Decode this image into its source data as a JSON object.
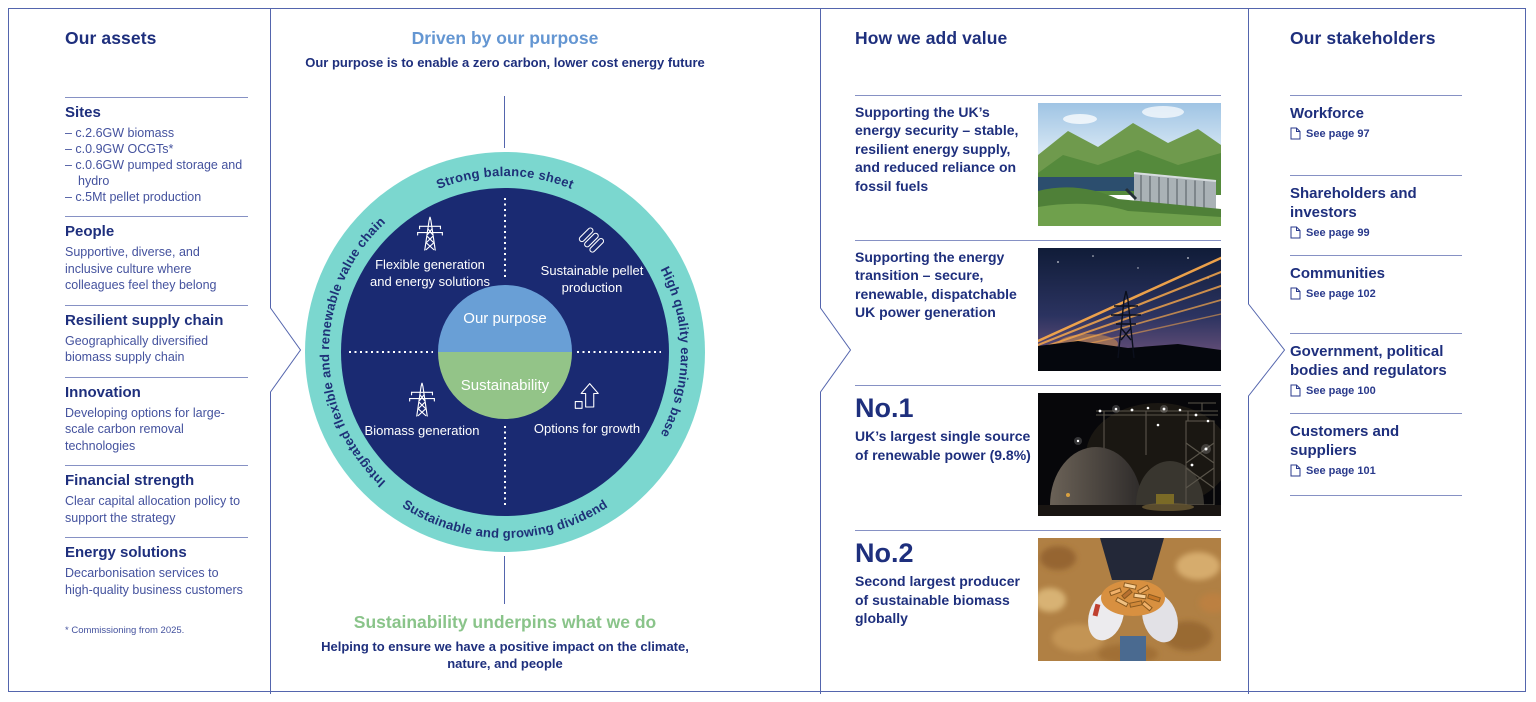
{
  "colors": {
    "navy": "#1e2f7d",
    "body_navy": "#44529e",
    "heading_blue": "#6496d2",
    "heading_green": "#8ac48a",
    "ring_teal": "#7bd7cf",
    "disc_navy": "#1a2a72",
    "core_blue": "#699fd6",
    "core_green": "#93c488",
    "rule_blue": "#8691c4"
  },
  "assets_panel": {
    "title": "Our assets",
    "sections": [
      {
        "heading": "Sites",
        "bullets": [
          "– c.2.6GW biomass",
          "– c.0.9GW OCGTs*",
          "– c.0.6GW pumped storage and hydro",
          "– c.5Mt pellet production"
        ]
      },
      {
        "heading": "People",
        "body": "Supportive, diverse, and inclusive culture where colleagues feel they belong"
      },
      {
        "heading": "Resilient supply chain",
        "body": "Geographically diversified biomass supply chain"
      },
      {
        "heading": "Innovation",
        "body": "Developing options for large-scale carbon removal technologies"
      },
      {
        "heading": "Financial strength",
        "body": "Clear capital allocation policy to support the strategy"
      },
      {
        "heading": "Energy solutions",
        "body": "Decarbonisation services to high-quality business customers"
      }
    ],
    "footnote": "* Commissioning from 2025."
  },
  "purpose_panel": {
    "heading": "Driven by our purpose",
    "subheading": "Our purpose is to enable a zero carbon, lower cost energy future",
    "diagram": {
      "ring_top": "Strong balance sheet",
      "ring_right": "High quality earnings base",
      "ring_bottom": "Sustainable and growing dividend",
      "ring_left": "Integrated flexible and renewable value chain",
      "center_top": "Our purpose",
      "center_bottom": "Sustainability",
      "quadrants": [
        {
          "icon": "transmission-tower-icon",
          "label": "Flexible generation and energy solutions"
        },
        {
          "icon": "pellets-icon",
          "label": "Sustainable pellet production"
        },
        {
          "icon": "transmission-tower-icon",
          "label": "Biomass generation"
        },
        {
          "icon": "growth-arrow-icon",
          "label": "Options for growth"
        }
      ]
    },
    "footer_heading": "Sustainability underpins what we do",
    "footer_subheading": "Helping to ensure we have a positive impact on the climate, nature, and people"
  },
  "value_panel": {
    "title": "How we add value",
    "items": [
      {
        "text": "Supporting the UK’s energy security – stable, resilient energy supply, and reduced reliance on fossil fuels",
        "image": "hydro-dam-photo"
      },
      {
        "text": "Supporting the energy transition – secure, renewable, dispatchable UK power generation",
        "image": "pylon-night-photo"
      },
      {
        "number": "No.1",
        "text": "UK’s largest single source of renewable power (9.8%)",
        "image": "pellet-plant-photo"
      },
      {
        "number": "No.2",
        "text": "Second largest producer of sustainable biomass globally",
        "image": "biomass-hands-photo"
      }
    ]
  },
  "stakeholders_panel": {
    "title": "Our stakeholders",
    "items": [
      {
        "name": "Workforce",
        "link": "See page 97"
      },
      {
        "name": "Shareholders and investors",
        "link": "See page 99"
      },
      {
        "name": "Communities",
        "link": "See page 102"
      },
      {
        "name": "Government, political bodies and regulators",
        "link": "See page 100"
      },
      {
        "name": "Customers and suppliers",
        "link": "See page 101"
      }
    ]
  }
}
